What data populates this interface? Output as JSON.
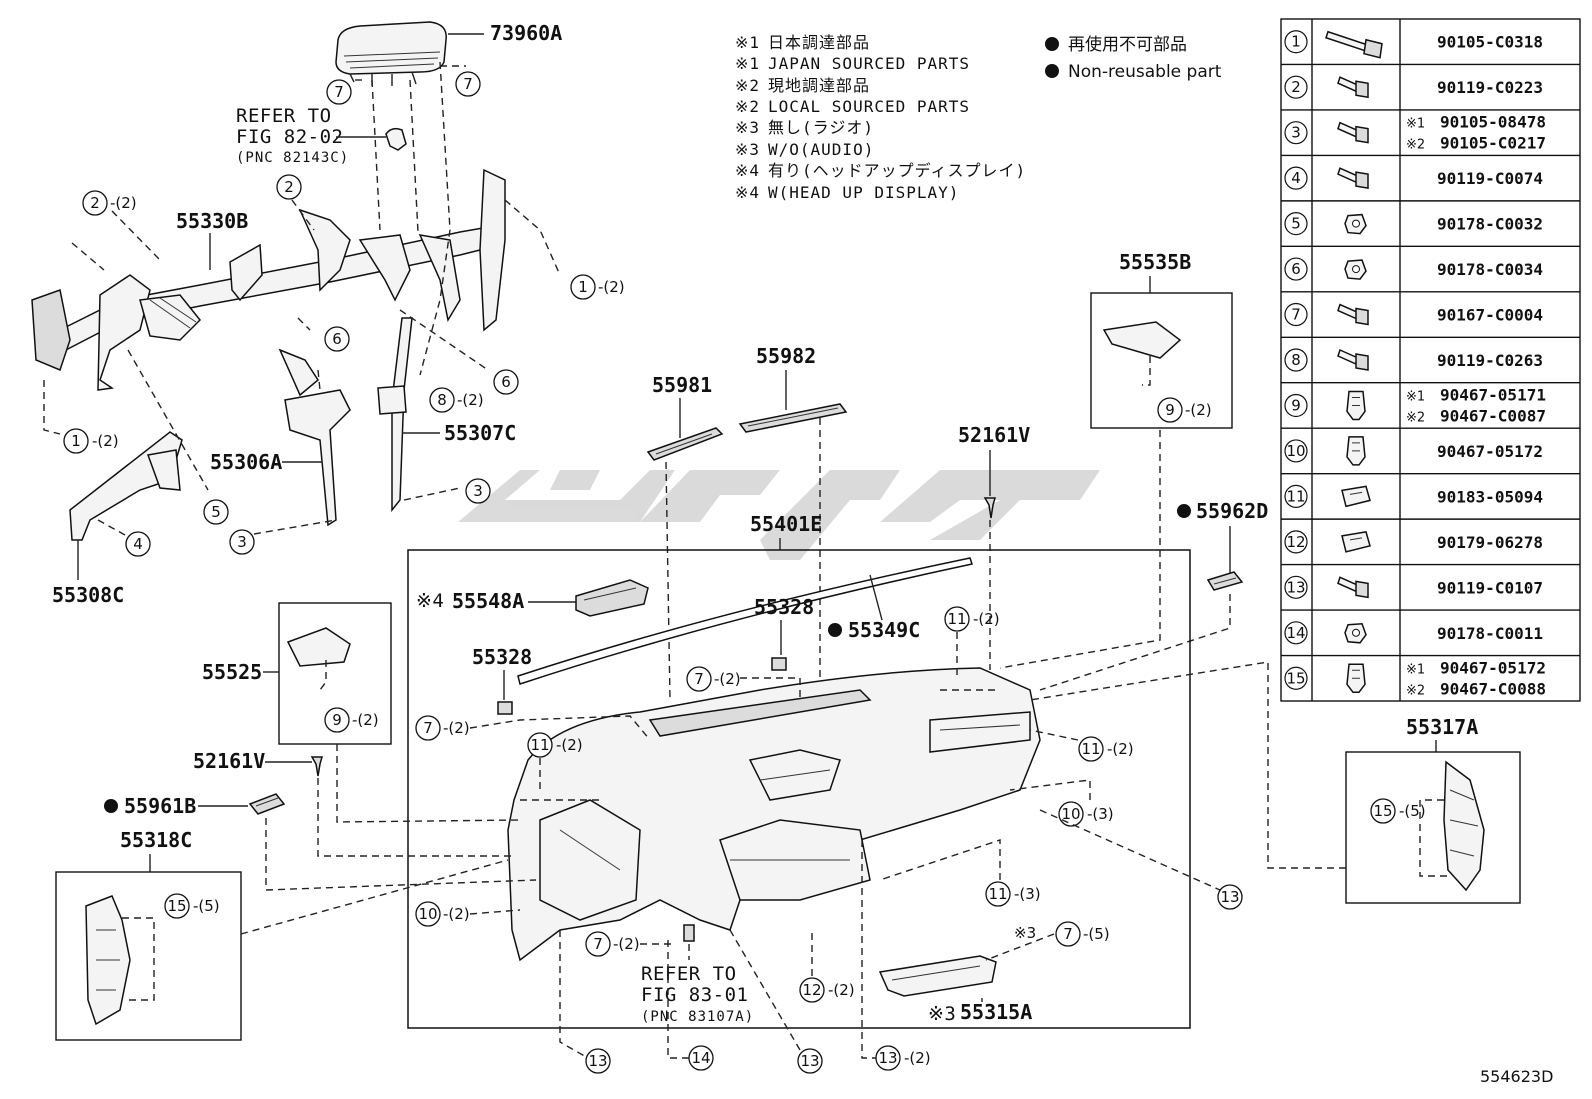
{
  "notes": [
    {
      "mark": "※1",
      "text": "日本調達部品"
    },
    {
      "mark": "※1",
      "text": "JAPAN SOURCED PARTS"
    },
    {
      "mark": "※2",
      "text": "現地調達部品"
    },
    {
      "mark": "※2",
      "text": "LOCAL SOURCED PARTS"
    },
    {
      "mark": "※3",
      "text": "無し(ラジオ)"
    },
    {
      "mark": "※3",
      "text": "W/O(AUDIO)"
    },
    {
      "mark": "※4",
      "text": "有り(ヘッドアップディスプレイ)"
    },
    {
      "mark": "※4",
      "text": "W(HEAD UP DISPLAY)"
    }
  ],
  "legend": [
    {
      "text": "再使用不可部品"
    },
    {
      "text": "Non-reusable part"
    }
  ],
  "fastener_table": [
    {
      "num": "1",
      "parts": [
        {
          "mark": "",
          "pn": "90105-C0318"
        }
      ],
      "icon": "long-bolt-icon"
    },
    {
      "num": "2",
      "parts": [
        {
          "mark": "",
          "pn": "90119-C0223"
        }
      ],
      "icon": "flange-bolt-icon"
    },
    {
      "num": "3",
      "parts": [
        {
          "mark": "※1",
          "pn": "90105-08478"
        },
        {
          "mark": "※2",
          "pn": "90105-C0217"
        }
      ],
      "icon": "short-bolt-icon"
    },
    {
      "num": "4",
      "parts": [
        {
          "mark": "",
          "pn": "90119-C0074"
        }
      ],
      "icon": "flange-bolt-icon"
    },
    {
      "num": "5",
      "parts": [
        {
          "mark": "",
          "pn": "90178-C0032"
        }
      ],
      "icon": "nut-icon"
    },
    {
      "num": "6",
      "parts": [
        {
          "mark": "",
          "pn": "90178-C0034"
        }
      ],
      "icon": "nut-icon"
    },
    {
      "num": "7",
      "parts": [
        {
          "mark": "",
          "pn": "90167-C0004"
        }
      ],
      "icon": "screw-icon"
    },
    {
      "num": "8",
      "parts": [
        {
          "mark": "",
          "pn": "90119-C0263"
        }
      ],
      "icon": "flange-bolt-icon"
    },
    {
      "num": "9",
      "parts": [
        {
          "mark": "※1",
          "pn": "90467-05171"
        },
        {
          "mark": "※2",
          "pn": "90467-C0087"
        }
      ],
      "icon": "clip-icon"
    },
    {
      "num": "10",
      "parts": [
        {
          "mark": "",
          "pn": "90467-05172"
        }
      ],
      "icon": "clip-icon"
    },
    {
      "num": "11",
      "parts": [
        {
          "mark": "",
          "pn": "90183-05094"
        }
      ],
      "icon": "spring-nut-icon"
    },
    {
      "num": "12",
      "parts": [
        {
          "mark": "",
          "pn": "90179-06278"
        }
      ],
      "icon": "spring-nut-icon"
    },
    {
      "num": "13",
      "parts": [
        {
          "mark": "",
          "pn": "90119-C0107"
        }
      ],
      "icon": "flange-bolt-icon"
    },
    {
      "num": "14",
      "parts": [
        {
          "mark": "",
          "pn": "90178-C0011"
        }
      ],
      "icon": "nut-icon"
    },
    {
      "num": "15",
      "parts": [
        {
          "mark": "※1",
          "pn": "90467-05172"
        },
        {
          "mark": "※2",
          "pn": "90467-C0088"
        }
      ],
      "icon": "clip-icon"
    }
  ],
  "part_labels": {
    "p73960A": "73960A",
    "p55330B": "55330B",
    "p55306A": "55306A",
    "p55307C": "55307C",
    "p55308C": "55308C",
    "p55981": "55981",
    "p55982": "55982",
    "p52161V_top": "52161V",
    "p52161V_bot": "52161V",
    "p55535B": "55535B",
    "p55962D": "55962D",
    "p55401E": "55401E",
    "p55548A": "55548A",
    "p55548A_mark": "※4",
    "p55328_a": "55328",
    "p55328_b": "55328",
    "p55349C": "55349C",
    "p55525": "55525",
    "p55961B": "55961B",
    "p55318C": "55318C",
    "p55317A": "55317A",
    "p55315A": "55315A",
    "p55315A_mark": "※3"
  },
  "refs": {
    "ref1": {
      "line1": "REFER TO",
      "line2": "FIG 82-02",
      "line3": "(PNC 82143C)"
    },
    "ref2": {
      "line1": "REFER TO",
      "line2": "FIG 83-01",
      "line3": "(PNC 83107A)"
    }
  },
  "callouts": {
    "c7a": {
      "num": "7",
      "qty": ""
    },
    "c7b": {
      "num": "7",
      "qty": ""
    },
    "c2a": {
      "num": "2",
      "qty": "-(2)"
    },
    "c2b": {
      "num": "2",
      "qty": ""
    },
    "c1a": {
      "num": "1",
      "qty": "-(2)"
    },
    "c1b": {
      "num": "1",
      "qty": "-(2)"
    },
    "c6a": {
      "num": "6",
      "qty": ""
    },
    "c6b": {
      "num": "6",
      "qty": ""
    },
    "c8": {
      "num": "8",
      "qty": "-(2)"
    },
    "c3a": {
      "num": "3",
      "qty": ""
    },
    "c3b": {
      "num": "3",
      "qty": ""
    },
    "c5": {
      "num": "5",
      "qty": ""
    },
    "c4": {
      "num": "4",
      "qty": ""
    },
    "c9a": {
      "num": "9",
      "qty": "-(2)"
    },
    "c9b": {
      "num": "9",
      "qty": "-(2)"
    },
    "c11a": {
      "num": "11",
      "qty": "-(2)"
    },
    "c11b": {
      "num": "11",
      "qty": "-(2)"
    },
    "c11c": {
      "num": "11",
      "qty": "-(2)"
    },
    "c11d": {
      "num": "11",
      "qty": "-(3)"
    },
    "c7c": {
      "num": "7",
      "qty": "-(2)"
    },
    "c7d": {
      "num": "7",
      "qty": "-(2)"
    },
    "c7e": {
      "num": "7",
      "qty": "-(2)"
    },
    "c7f": {
      "num": "7",
      "qty": "-(5)"
    },
    "c7f_mark": "※3",
    "c10a": {
      "num": "10",
      "qty": "-(3)"
    },
    "c10b": {
      "num": "10",
      "qty": "-(2)"
    },
    "c12": {
      "num": "12",
      "qty": "-(2)"
    },
    "c13a": {
      "num": "13",
      "qty": ""
    },
    "c13b": {
      "num": "13",
      "qty": ""
    },
    "c13c": {
      "num": "13",
      "qty": ""
    },
    "c13d": {
      "num": "13",
      "qty": "-(2)"
    },
    "c14": {
      "num": "14",
      "qty": ""
    },
    "c15a": {
      "num": "15",
      "qty": "-(5)"
    },
    "c15b": {
      "num": "15",
      "qty": "-(5)"
    }
  },
  "figure_id": "554623D",
  "colors": {
    "ink": "#111111",
    "watermark": "#bdbdbd",
    "box_fill": "#ffffff"
  }
}
